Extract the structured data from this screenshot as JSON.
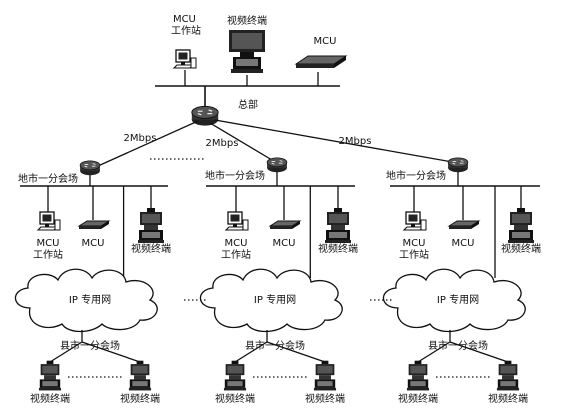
{
  "hq": {
    "mcu_ws_label": "MCU\n工作站",
    "video_terminal_label": "视频终端",
    "mcu_label": "MCU",
    "hq_label": "总部"
  },
  "links": {
    "left": "2Mbps",
    "mid": "2Mbps",
    "right": "2Mbps"
  },
  "branches": [
    {
      "label": "地市一分会场",
      "mcu_ws_label": "MCU\n工作站",
      "mcu_label": "MCU",
      "video_terminal_label": "视频终端",
      "ip_net_label": "IP 专用网",
      "county_label": "县市一分会场",
      "county_terminal_1": "视频终端",
      "county_terminal_2": "视频终端"
    },
    {
      "label": "地市一分会场",
      "mcu_ws_label": "MCU\n工作站",
      "mcu_label": "MCU",
      "video_terminal_label": "视频终端",
      "ip_net_label": "IP 专用网",
      "county_label": "县市一分会场",
      "county_terminal_1": "视频终端",
      "county_terminal_2": "视频终端"
    },
    {
      "label": "地市一分会场",
      "mcu_ws_label": "MCU\n工作站",
      "mcu_label": "MCU",
      "video_terminal_label": "视频终端",
      "ip_net_label": "IP 专用网",
      "county_label": "县市一分会场",
      "county_terminal_1": "视频终端",
      "county_terminal_2": "视频终端"
    }
  ]
}
